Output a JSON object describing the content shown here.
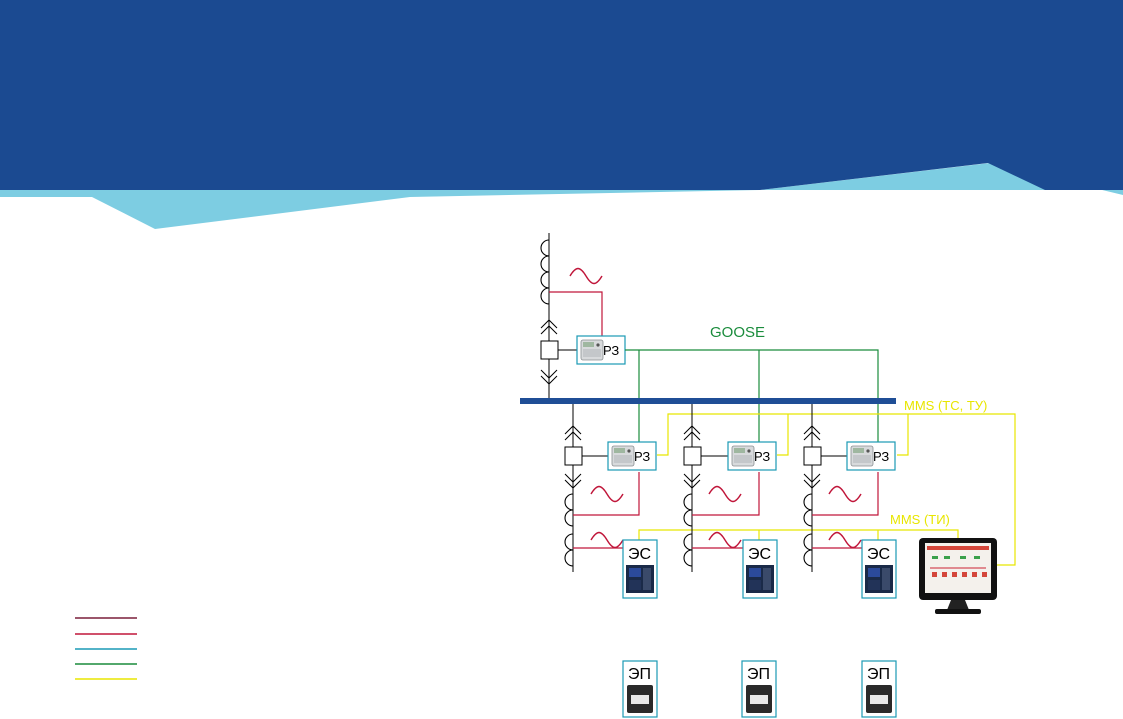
{
  "colors": {
    "header_blue": "#1b4a91",
    "accent_light_blue": "#7dcde2",
    "busbar": "#1f4e96",
    "goose": "#1a8c3c",
    "mms": "#e8e600",
    "secondary_current": "#c0163a",
    "station_bus": "#1a9ab5",
    "legend_dark": "#7a1f3a"
  },
  "diagram": {
    "goose_label": "GOOSE",
    "mms_control_label": "MMS (ТС, ТУ)",
    "mms_measure_label": "MMS (ТИ)",
    "relay_label": "РЗ",
    "meter_label": "ЭС",
    "counter_label": "ЭП"
  },
  "icons": {
    "relay": "relay-protection-device-icon",
    "meter": "energy-meter-icon",
    "counter": "electricity-counter-icon",
    "workstation": "scada-monitor-icon",
    "breaker": "circuit-breaker-icon",
    "transformer": "current-transformer-icon",
    "wave": "ac-wave-icon"
  },
  "legend": {
    "colors": [
      "#7a1f3a",
      "#c0163a",
      "#1a9ab5",
      "#1a8c3c",
      "#e8e600"
    ]
  }
}
